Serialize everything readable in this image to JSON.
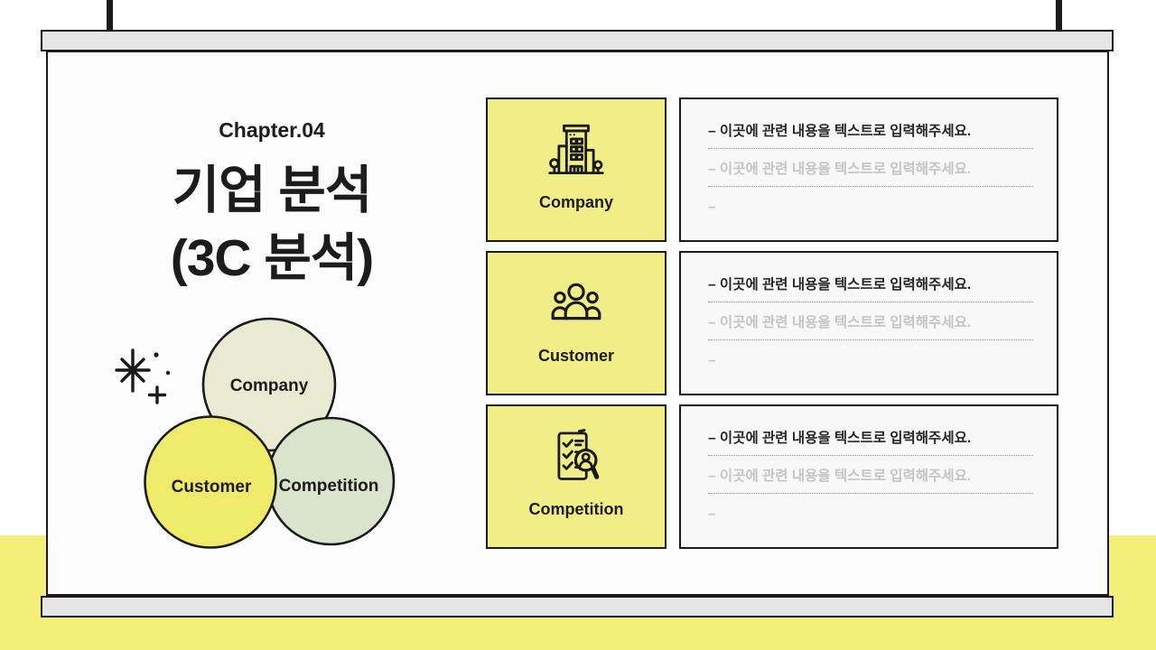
{
  "slide": {
    "chapter_label": "Chapter.04",
    "title_line1": "기업 분석",
    "title_line2": "(3C 분석)"
  },
  "venn": {
    "company": {
      "label": "Company",
      "fill": "#eae9d1"
    },
    "customer": {
      "label": "Customer",
      "fill": "#f0ea6a"
    },
    "competition": {
      "label": "Competition",
      "fill": "#dae4cc"
    }
  },
  "cards": [
    {
      "label": "Company",
      "icon": "building-icon",
      "rows": [
        {
          "text": "– 이곳에 관련 내용을 텍스트로 입력해주세요.",
          "muted": false
        },
        {
          "text": "– 이곳에 관련 내용을 텍스트로 입력해주세요.",
          "muted": true
        },
        {
          "text": "–",
          "muted": true
        }
      ]
    },
    {
      "label": "Customer",
      "icon": "people-icon",
      "rows": [
        {
          "text": "– 이곳에 관련 내용을 텍스트로 입력해주세요.",
          "muted": false
        },
        {
          "text": "– 이곳에 관련 내용을 텍스트로 입력해주세요.",
          "muted": true
        },
        {
          "text": "–",
          "muted": true
        }
      ]
    },
    {
      "label": "Competition",
      "icon": "checklist-magnifier-icon",
      "rows": [
        {
          "text": "– 이곳에 관련 내용을 텍스트로 입력해주세요.",
          "muted": false
        },
        {
          "text": "– 이곳에 관련 내용을 텍스트로 입력해주세요.",
          "muted": true
        },
        {
          "text": "–",
          "muted": true
        }
      ]
    }
  ],
  "colors": {
    "card_yellow": "#f2ee87",
    "background_yellow": "#f5ee79",
    "bar_gray": "#e7e5e5",
    "board_white": "#fcfcfc",
    "textbox_gray": "#f8f8f8",
    "ink": "#1a1a1a",
    "text_dark": "#262626",
    "text_muted": "#c5c5c5"
  }
}
